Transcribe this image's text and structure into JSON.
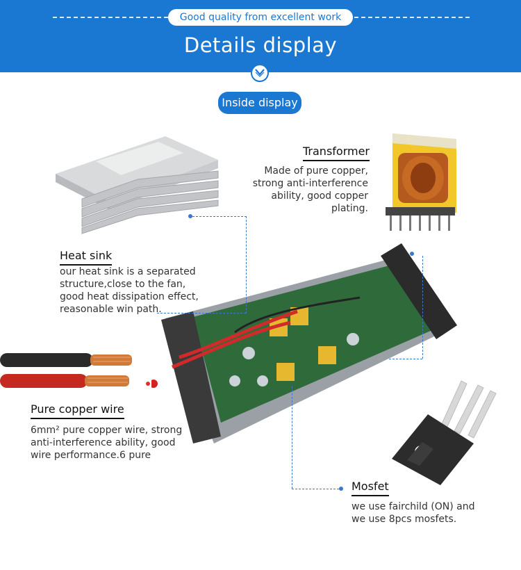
{
  "header": {
    "tagline": "Good quality from excellent work",
    "title": "Details display"
  },
  "section": {
    "pill_label": "Inside display"
  },
  "components": {
    "heat_sink": {
      "title": "Heat sink",
      "description": "our heat sink is a separated structure,close to the fan, good heat dissipation effect, reasonable win path."
    },
    "transformer": {
      "title": "Transformer",
      "description": "Made of pure copper, strong anti-interference ability, good copper plating."
    },
    "copper_wire": {
      "title": "Pure copper wire",
      "description": "6mm² pure copper wire, strong anti-interference ability, good wire performance.6 pure"
    },
    "mosfet": {
      "title": "Mosfet",
      "description": "we use fairchild (ON) and we use 8pcs mosfets."
    }
  },
  "colors": {
    "brand_blue": "#1b78d2",
    "callout_blue": "#3a78c8",
    "callout_red": "#e0302a"
  },
  "icons": {
    "chevron": "chevron-down-icon"
  }
}
